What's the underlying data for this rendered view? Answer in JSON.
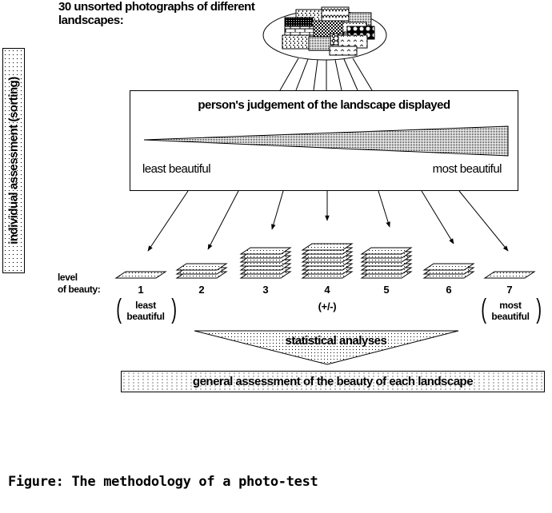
{
  "header": {
    "line1": "30 unsorted photographs of different",
    "line2": "landscapes:"
  },
  "side_label": "individual assessment (sorting)",
  "judgement_box": {
    "title": "person's judgement of the landscape displayed",
    "left_label": "least beautiful",
    "right_label": "most beautiful"
  },
  "level_label": {
    "line1": "level",
    "line2": "of beauty:"
  },
  "levels": [
    {
      "number": "1",
      "photo_count": 1,
      "note_line1": "least",
      "note_line2": "beautiful"
    },
    {
      "number": "2",
      "photo_count": 3
    },
    {
      "number": "3",
      "photo_count": 7
    },
    {
      "number": "4",
      "photo_count": 8,
      "note": "(+/-)"
    },
    {
      "number": "5",
      "photo_count": 7
    },
    {
      "number": "6",
      "photo_count": 3
    },
    {
      "number": "7",
      "photo_count": 1,
      "note_line1": "most",
      "note_line2": "beautiful"
    }
  ],
  "statistical_label": "statistical analyses",
  "general_label": "general assessment of the beauty of each landscape",
  "caption": "Figure: The methodology of a photo-test"
}
